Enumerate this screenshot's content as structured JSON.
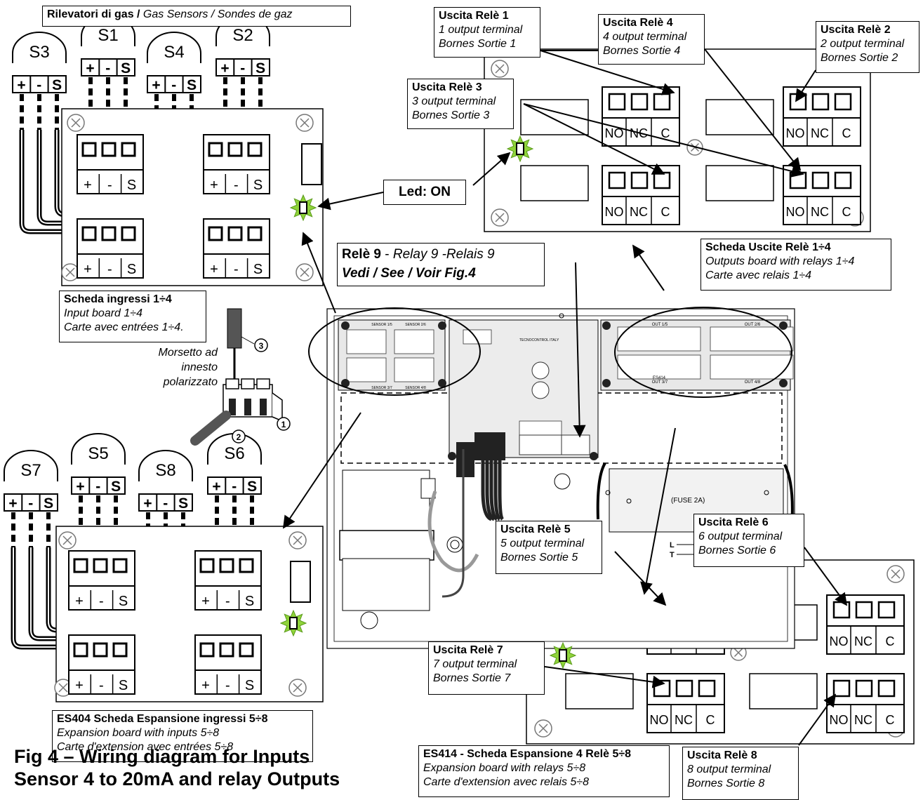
{
  "top_title": {
    "bold": "Rilevatori di gas /",
    "italic": " Gas Sensors / Sondes de gaz"
  },
  "sensors": [
    "S3",
    "S1",
    "S4",
    "S2",
    "S7",
    "S5",
    "S8",
    "S6"
  ],
  "sensor_pins": [
    "+",
    "-",
    "S"
  ],
  "relay_contacts": [
    "NO",
    "NC",
    "C"
  ],
  "led_label": "Led: ON",
  "fuse_label": "(FUSE 2A)",
  "lt_labels": [
    "L",
    "T"
  ],
  "relay_captions": [
    {
      "title": "Uscita Relè 1",
      "line1": "1 output terminal",
      "line2": "Bornes Sortie 1"
    },
    {
      "title": "Uscita Relè 4",
      "line1": "4 output terminal",
      "line2": "Bornes Sortie 4"
    },
    {
      "title": "Uscita Relè 2",
      "line1": "2 output terminal",
      "line2": "Bornes Sortie 2"
    },
    {
      "title": "Uscita Relè 3",
      "line1": "3 output terminal",
      "line2": "Bornes Sortie 3"
    },
    {
      "title": "Uscita Relè 5",
      "line1": "5 output terminal",
      "line2": "Bornes Sortie 5"
    },
    {
      "title": "Uscita Relè 6",
      "line1": "6 output terminal",
      "line2": "Bornes Sortie 6"
    },
    {
      "title": "Uscita Relè 7",
      "line1": "7 output terminal",
      "line2": "Bornes Sortie 7"
    },
    {
      "title": "Uscita Relè 8",
      "line1": "8 output terminal",
      "line2": "Bornes Sortie 8"
    }
  ],
  "relay9": {
    "bold": "Relè 9",
    "normal": " - ",
    "italic": "Relay 9 -Relais 9",
    "line2": "Vedi / See / Voir Fig.4"
  },
  "board_captions": {
    "outputs": {
      "title": "Scheda Uscite Relè 1÷4",
      "line1": "Outputs board with relays 1÷4",
      "line2": "Carte avec relais 1÷4"
    },
    "inputs": {
      "title": "Scheda ingressi 1÷4",
      "line1": "Input board 1÷4",
      "line2": "Carte avec entrées 1÷4."
    },
    "es404": {
      "title": "ES404 Scheda Espansione ingressi 5÷8",
      "line1": "Expansion board with inputs 5÷8",
      "line2": "Carte d'extension avec entrées 5÷8"
    },
    "es414": {
      "title": "ES414 - Scheda Espansione 4 Relè 5÷8",
      "line1": "Expansion board with relays 5÷8",
      "line2": "Carte d'extension avec relais 5÷8"
    }
  },
  "connector_note": {
    "line1": "Morsetto ad",
    "line2": "innesto",
    "line3": "polarizzato",
    "callouts": [
      "1",
      "2",
      "3"
    ]
  },
  "figure_caption": {
    "line1": "Fig 4 – Wiring diagram for Inputs",
    "line2": "Sensor 4 to 20mA and relay Outputs"
  },
  "pcb_labels": [
    "SENSOR 1/5",
    "SENSOR 2/6",
    "SENSOR 3/7",
    "SENSOR 4/8",
    "OUT 1/5",
    "OUT 2/6",
    "OUT 3/7",
    "OUT 4/8",
    "TECNOCONTROL ITALY",
    "ES414"
  ]
}
